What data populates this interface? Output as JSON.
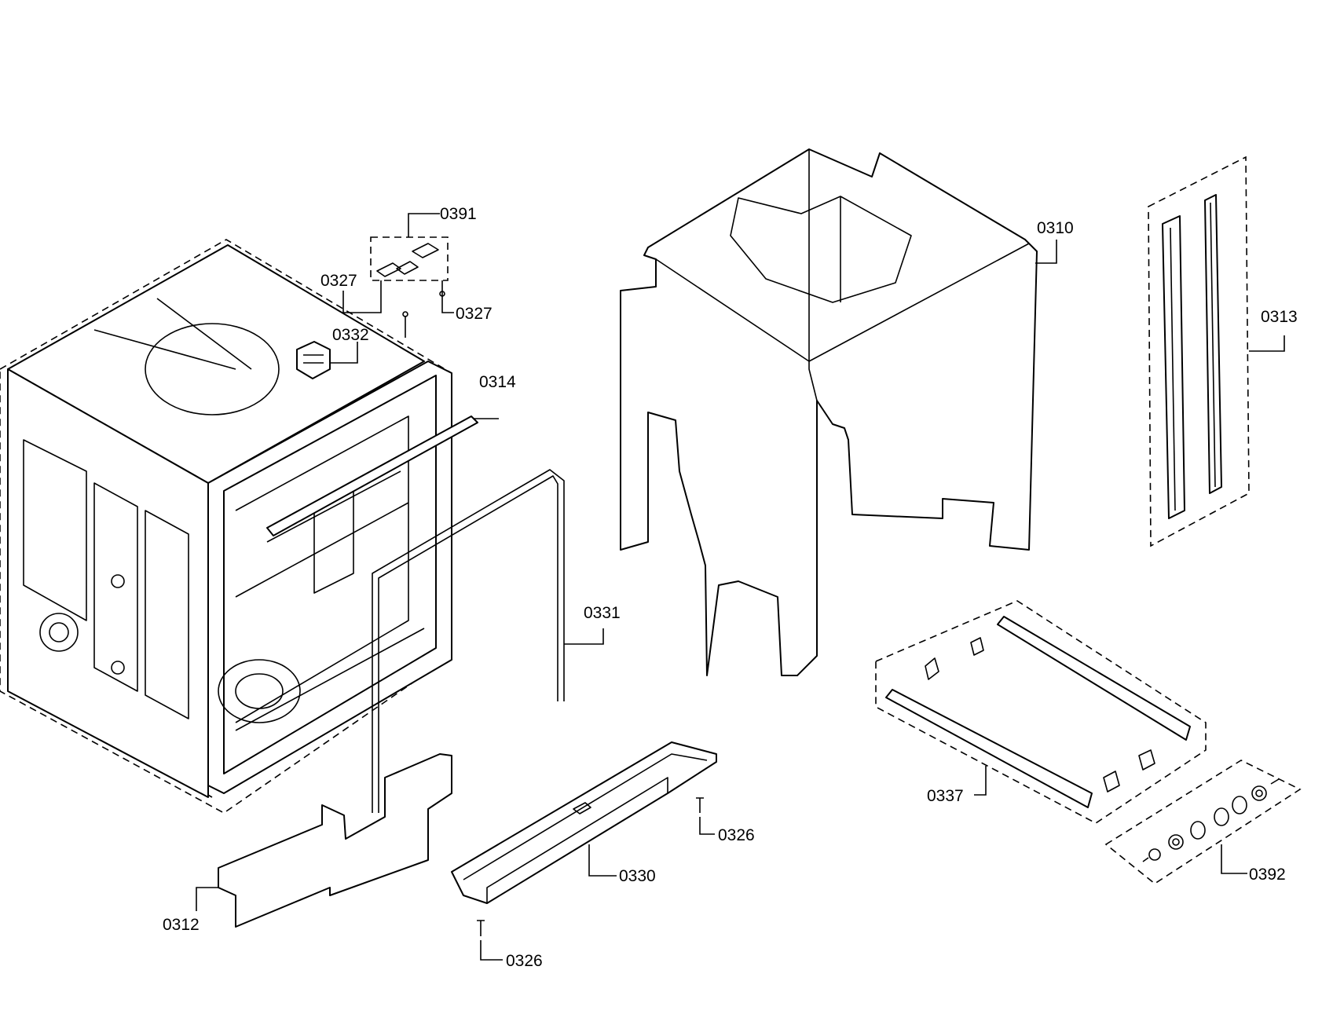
{
  "labels": {
    "p0391": "0391",
    "p0327a": "0327",
    "p0327b": "0327",
    "p0332": "0332",
    "p0314": "0314",
    "p0310": "0310",
    "p0313": "0313",
    "p0331": "0331",
    "p0337": "0337",
    "p0326a": "0326",
    "p0330": "0330",
    "p0312": "0312",
    "p0326b": "0326",
    "p0392": "0392"
  }
}
